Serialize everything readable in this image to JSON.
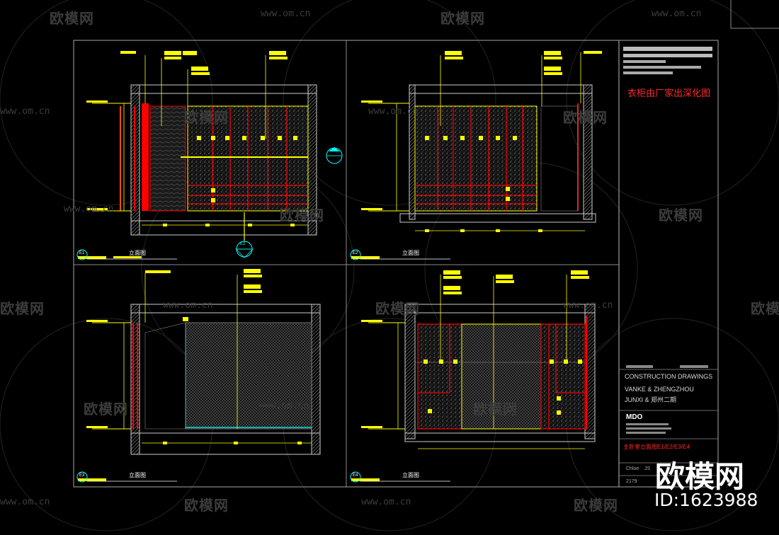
{
  "watermark": {
    "brand": "欧模网",
    "url": "www.om.cn"
  },
  "note": {
    "text": "衣柜由厂家出深化图",
    "color": "#ff2a2a"
  },
  "views": [
    {
      "id": "E1",
      "title": "立面图"
    },
    {
      "id": "E2",
      "title": "立面图"
    },
    {
      "id": "E3",
      "title": "立面图"
    },
    {
      "id": "E4",
      "title": "立面图"
    }
  ],
  "callouts": {
    "c1": "E1",
    "c2": "E2"
  },
  "title_block": {
    "construction": "CONSTRUCTION DRAWINGS",
    "project_line1": "VANKE & ZHENGZHOU",
    "project_line2": "JUNXI & 郑州二期",
    "firm": "MDO",
    "sheet_title": "主卧室立面图E1/E2/E3/E4",
    "drawn": "Chloe",
    "checked": "JS",
    "number": "2179"
  },
  "logo": {
    "brand": "欧模网",
    "id": "ID:1623988"
  },
  "colors": {
    "yellow": "#ffff00",
    "red": "#ff0000",
    "white": "#ffffff",
    "gray": "#8a8a8a",
    "cyan": "#00ffff"
  }
}
